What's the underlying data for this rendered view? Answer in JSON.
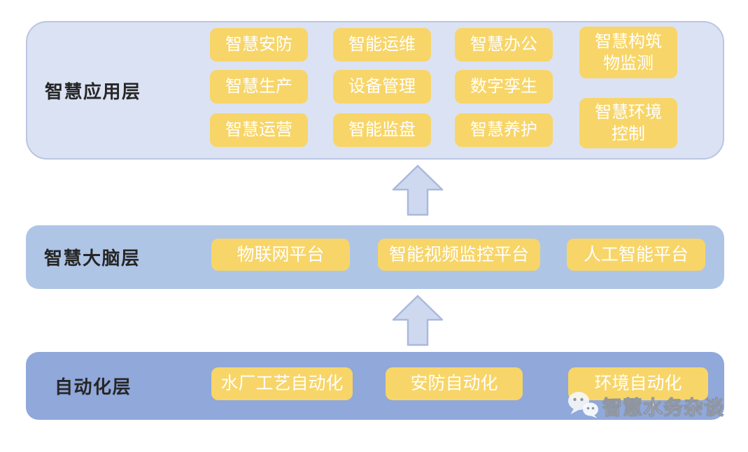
{
  "diagram": {
    "title_hint": "smart-water-architecture-diagram",
    "layers": [
      {
        "name": "智慧应用层",
        "boxes": [
          "智慧安防",
          "智慧生产",
          "智慧运营",
          "智能运维",
          "设备管理",
          "智能监盘",
          "智慧办公",
          "数字孪生",
          "智慧养护",
          "智慧构筑物监测",
          "智慧环境控制"
        ]
      },
      {
        "name": "智慧大脑层",
        "boxes": [
          "物联网平台",
          "智能视频监控平台",
          "人工智能平台"
        ]
      },
      {
        "name": "自动化层",
        "boxes": [
          "水厂工艺自动化",
          "安防自动化",
          "环境自动化"
        ]
      }
    ],
    "icons": {
      "arrow": "up-block-arrow",
      "watermark": "wechat-icon"
    },
    "watermark": {
      "text": "智慧水务杂谈"
    },
    "colors": {
      "layer_app_bg": "#dbe2f3",
      "layer_app_border": "#bac6e2",
      "layer_brain_bg": "#aec5e6",
      "layer_auto_bg": "#90a8da",
      "box_bg": "#f7d568",
      "box_text": "#ffffff",
      "label_text": "#262626",
      "arrow_fill": "#ced9ef",
      "arrow_stroke": "#aab9dc"
    }
  }
}
